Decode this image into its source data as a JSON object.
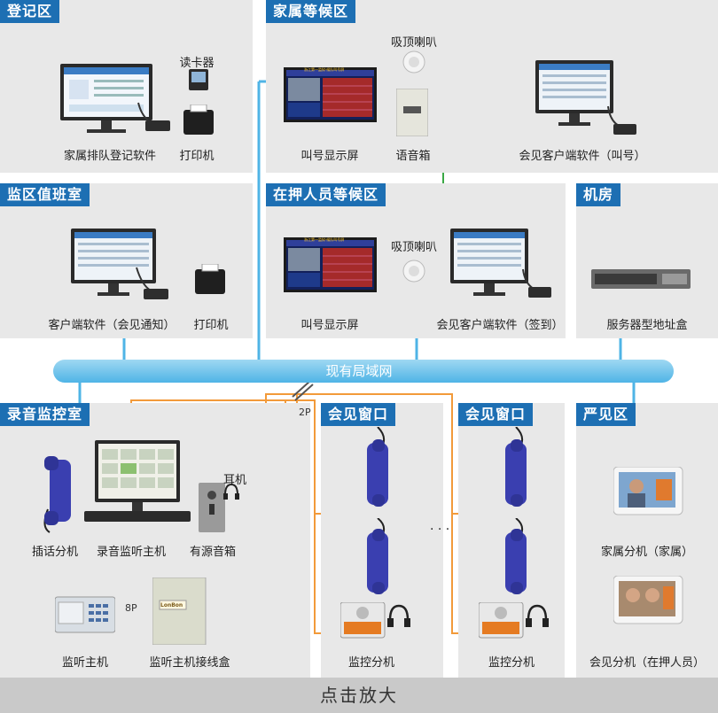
{
  "zones": {
    "registration": "登记区",
    "family_wait": "家属等候区",
    "duty_room": "监区值班室",
    "detainee_wait": "在押人员等候区",
    "machine_room": "机房",
    "recording_room": "录音监控室",
    "window1": "会见窗口",
    "window2": "会见窗口",
    "strict_zone": "严见区"
  },
  "labels": {
    "card_reader": "读卡器",
    "family_queue_software": "家属排队登记软件",
    "printer1": "打印机",
    "ceiling_speaker1": "吸顶喇叭",
    "call_display1": "叫号显示屏",
    "voice_box": "语音箱",
    "meeting_client_call": "会见客户端软件（叫号）",
    "client_notify": "客户端软件（会见通知）",
    "printer2": "打印机",
    "ceiling_speaker2": "吸顶喇叭",
    "call_display2": "叫号显示屏",
    "meeting_client_signin": "会见客户端软件（签到）",
    "server_box": "服务器型地址盒",
    "lan": "现有局域网",
    "wire_2p": "2P",
    "wire_8p": "8P",
    "headphone": "耳机",
    "insert_ext": "插话分机",
    "record_host": "录音监听主机",
    "active_speaker": "有源音箱",
    "monitor_host": "监听主机",
    "monitor_junction": "监听主机接线盒",
    "monitor_ext1": "监控分机",
    "monitor_ext2": "监控分机",
    "ellipsis": "· · ·",
    "family_ext": "家属分机（家属）",
    "detainee_ext": "会见分机（在押人员）"
  },
  "screens": {
    "display_title": "浙江第一监狱·候队叫号屏"
  },
  "brand": "LonBon",
  "footer": "点击放大",
  "colors": {
    "title_bg": "#1d6fb3",
    "zone_bg": "#e8e8e8",
    "lan": "#4fb4e6",
    "orange_wire": "#f29a3a",
    "green_wire": "#3aa845",
    "handset": "#3a3fb0"
  }
}
